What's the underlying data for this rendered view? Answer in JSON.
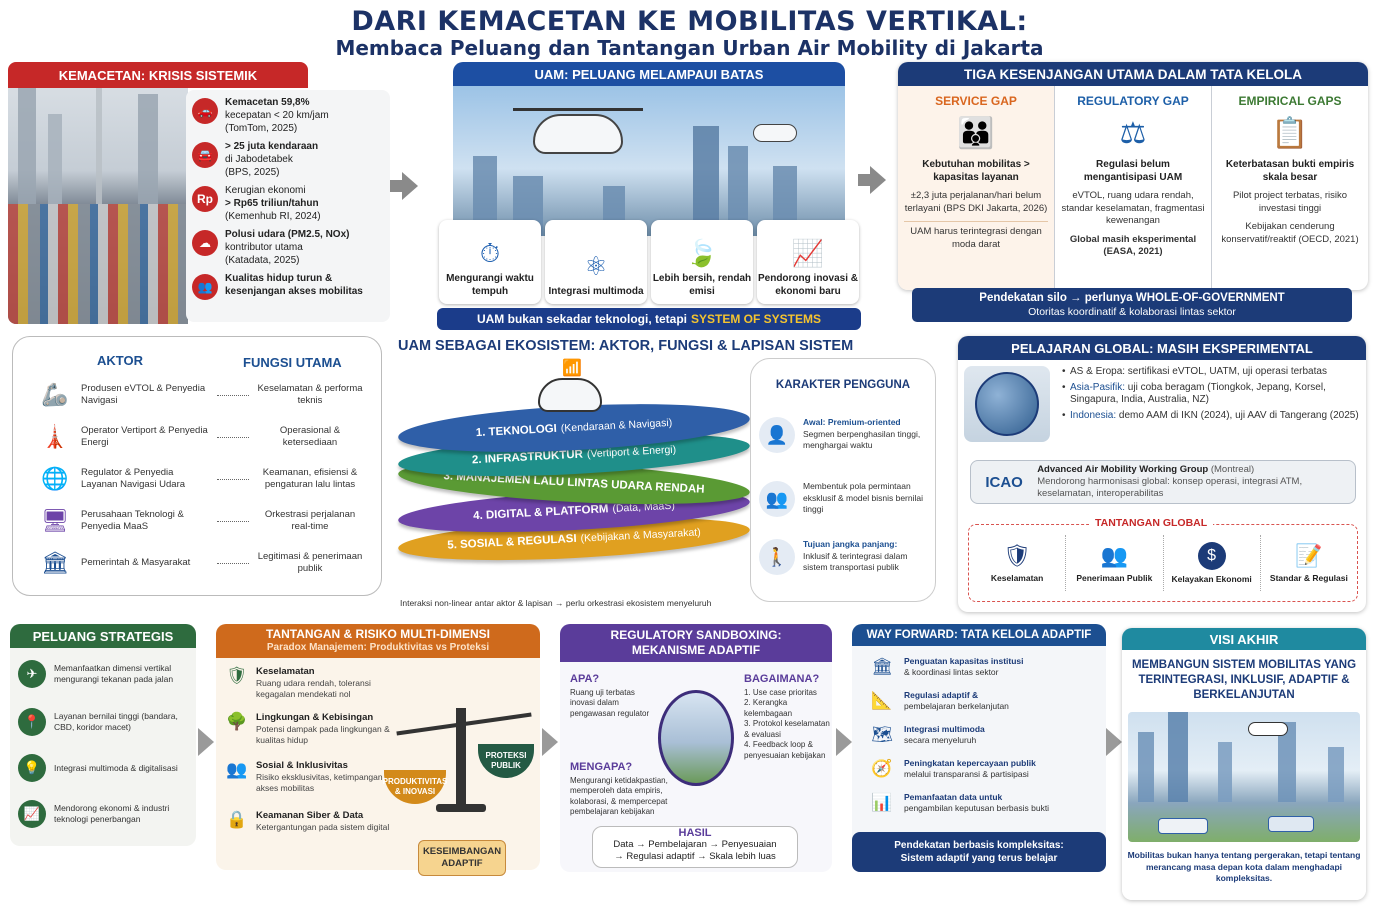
{
  "title": {
    "main": "DARI KEMACETAN KE MOBILITAS VERTIKAL:",
    "sub": "Membaca Peluang dan Tantangan Urban Air Mobility di Jakarta"
  },
  "colors": {
    "navy": "#1c3b78",
    "red": "#c62828",
    "blue": "#1d4fa3",
    "green": "#2e6b3e",
    "orange": "#cf6a1c",
    "purple": "#5a3c9a",
    "teal": "#1f8aa0",
    "gold": "#f4c430"
  },
  "kemacetan": {
    "header": "KEMACETAN: KRISIS SISTEMIK",
    "stats": [
      {
        "icon": "car-crash-icon",
        "glyph": "🚗",
        "l1": "Kemacetan 59,8%",
        "l2": "kecepatan < 20 km/jam",
        "l3": "(TomTom, 2025)"
      },
      {
        "icon": "car-icon",
        "glyph": "🚘",
        "l1": "> 25 juta kendaraan",
        "l2": "di Jabodetabek",
        "l3": "(BPS, 2025)"
      },
      {
        "icon": "rupiah-icon",
        "glyph": "Rp",
        "l1": "Kerugian ekonomi",
        "l2": "> Rp65 triliun/tahun",
        "l3": "(Kemenhub RI, 2024)"
      },
      {
        "icon": "cloud-icon",
        "glyph": "☁",
        "l1": "Polusi udara (PM2.5, NOx)",
        "l2": "kontributor utama",
        "l3": "(Katadata, 2025)"
      },
      {
        "icon": "people-icon",
        "glyph": "👥",
        "l1": "Kualitas hidup turun &",
        "l2": "kesenjangan akses mobilitas",
        "l3": ""
      }
    ]
  },
  "uam": {
    "header": "UAM: PELUANG MELAMPAUI BATAS",
    "features": [
      {
        "icon": "stopwatch-icon",
        "glyph": "⏱",
        "label": "Mengurangi waktu tempuh"
      },
      {
        "icon": "network-icon",
        "glyph": "⚛",
        "label": "Integrasi multimoda"
      },
      {
        "icon": "leaf-icon",
        "glyph": "🍃",
        "label": "Lebih bersih, rendah emisi"
      },
      {
        "icon": "growth-chart-icon",
        "glyph": "📈",
        "label": "Pendorong inovasi & ekonomi baru"
      }
    ],
    "banner_prefix": "UAM bukan sekadar teknologi, tetapi",
    "banner_highlight": "SYSTEM OF SYSTEMS"
  },
  "gaps": {
    "header": "TIGA KESENJANGAN UTAMA DALAM TATA KELOLA",
    "items": [
      {
        "title": "SERVICE GAP",
        "color": "#d9661f",
        "icon": "family-icon",
        "glyph": "👪",
        "bold": "Kebutuhan mobilitas > kapasitas layanan",
        "s1": "±2,3 juta perjalanan/hari belum terlayani (BPS DKI Jakarta, 2026)",
        "s2": "UAM harus terintegrasi dengan moda darat"
      },
      {
        "title": "REGULATORY GAP",
        "color": "#1d5fa8",
        "icon": "scales-icon",
        "glyph": "⚖",
        "bold": "Regulasi belum mengantisipasi UAM",
        "s1": "eVTOL, ruang udara rendah, standar keselamatan, fragmentasi kewenangan",
        "s2": "Global masih eksperimental (EASA, 2021)"
      },
      {
        "title": "EMPIRICAL GAPS",
        "color": "#3d7a34",
        "icon": "clipboard-icon",
        "glyph": "📋",
        "bold": "Keterbatasan bukti empiris skala besar",
        "s1": "Pilot project terbatas, risiko investasi tinggi",
        "s2": "Kebijakan cenderung konservatif/reaktif (OECD, 2021)"
      }
    ],
    "silo_l1": "Pendekatan silo → perlunya WHOLE-OF-GOVERNMENT",
    "silo_l2": "Otoritas koordinatif & kolaborasi lintas sektor"
  },
  "actors": {
    "col1": "AKTOR",
    "col2": "FUNGSI UTAMA",
    "rows": [
      {
        "icon": "robot-arm-icon",
        "glyph": "🦾",
        "actor": "Produsen eVTOL & Penyedia Navigasi",
        "func": "Keselamatan & performa teknis"
      },
      {
        "icon": "vertiport-tower-icon",
        "glyph": "🗼",
        "actor": "Operator Vertiport & Penyedia Energi",
        "func": "Operasional & ketersediaan"
      },
      {
        "icon": "globe-icon",
        "glyph": "🌐",
        "actor": "Regulator & Penyedia Layanan Navigasi Udara",
        "func": "Keamanan, efisiensi & pengaturan lalu lintas"
      },
      {
        "icon": "monitor-icon",
        "glyph": "🖥",
        "actor": "Perusahaan Teknologi & Penyedia MaaS",
        "func": "Orkestrasi perjalanan real-time"
      },
      {
        "icon": "government-building-icon",
        "glyph": "🏛",
        "actor": "Pemerintah & Masyarakat",
        "func": "Legitimasi & penerimaan publik"
      }
    ]
  },
  "ecosystem": {
    "title": "UAM SEBAGAI EKOSISTEM: AKTOR, FUNGSI & LAPISAN SISTEM",
    "layers": [
      {
        "label": "1. TEKNOLOGI",
        "note": "(Kendaraan & Navigasi)",
        "color": "#2f5fa8"
      },
      {
        "label": "2. INFRASTRUKTUR",
        "note": "(Vertiport & Energi)",
        "color": "#1f8f8a"
      },
      {
        "label": "3. MANAJEMEN LALU LINTAS UDARA RENDAH",
        "note": "",
        "color": "#5a9a34"
      },
      {
        "label": "4. DIGITAL & PLATFORM",
        "note": "(Data, MaaS)",
        "color": "#6d44a8"
      },
      {
        "label": "5. SOSIAL & REGULASI",
        "note": "(Kebijakan & Masyarakat)",
        "color": "#e0a020"
      }
    ],
    "footnote": "Interaksi non-linear antar aktor & lapisan → perlu orkestrasi ekosistem menyeluruh"
  },
  "users": {
    "header": "KARAKTER PENGGUNA",
    "items": [
      {
        "icon": "user-icon",
        "glyph": "👤",
        "bold": "Awal: Premium-oriented",
        "text": "Segmen berpenghasilan tinggi, menghargai waktu"
      },
      {
        "icon": "business-group-icon",
        "glyph": "👥",
        "bold": "",
        "text": "Membentuk pola permintaan eksklusif & model bisnis bernilai tinggi"
      },
      {
        "icon": "commuter-icon",
        "glyph": "🚶",
        "bold": "Tujuan jangka panjang:",
        "text": "Inklusif & terintegrasi dalam sistem transportasi publik"
      }
    ]
  },
  "global": {
    "header": "PELAJARAN GLOBAL: MASIH EKSPERIMENTAL",
    "bullets": [
      {
        "hl": "",
        "text": "AS & Eropa: sertifikasi eVTOL, UATM, uji operasi terbatas"
      },
      {
        "hl": "Asia-Pasifik:",
        "text": " uji coba beragam (Tiongkok, Jepang, Korsel, Singapura, India, Australia, NZ)"
      },
      {
        "hl": "Indonesia:",
        "text": " demo AAM di IKN (2024), uji AAV di Tangerang (2025)"
      }
    ],
    "icao_logo": "ICAO",
    "icao_title": "Advanced Air Mobility Working Group",
    "icao_place": "(Montreal)",
    "icao_text": "Mendorong harmonisasi global: konsep operasi, integrasi ATM, keselamatan, interoperabilitas",
    "challenges_header": "TANTANGAN GLOBAL",
    "challenges": [
      {
        "icon": "shield-icon",
        "glyph": "🛡",
        "label": "Keselamatan"
      },
      {
        "icon": "people-group-icon",
        "glyph": "👥",
        "label": "Penerimaan Publik"
      },
      {
        "icon": "dollar-coin-icon",
        "glyph": "$",
        "label": "Kelayakan Ekonomi"
      },
      {
        "icon": "document-pen-icon",
        "glyph": "📝",
        "label": "Standar & Regulasi"
      }
    ]
  },
  "peluang": {
    "header": "PELUANG STRATEGIS",
    "items": [
      {
        "icon": "drone-icon",
        "glyph": "✈",
        "text": "Memanfaatkan dimensi vertikal mengurangi tekanan pada jalan"
      },
      {
        "icon": "location-pin-icon",
        "glyph": "📍",
        "text": "Layanan bernilai tinggi (bandara, CBD, koridor macet)"
      },
      {
        "icon": "integration-bulb-icon",
        "glyph": "💡",
        "text": "Integrasi multimoda & digitalisasi"
      },
      {
        "icon": "growth-icon",
        "glyph": "📈",
        "text": "Mendorong ekonomi & industri teknologi penerbangan"
      }
    ]
  },
  "tantangan": {
    "header": "TANTANGAN & RISIKO MULTI-DIMENSI",
    "subheader": "Paradox Manajemen: Produktivitas vs Proteksi",
    "items": [
      {
        "icon": "shield-check-icon",
        "glyph": "🛡",
        "color": "#2e6b3e",
        "title": "Keselamatan",
        "text": "Ruang udara rendah, toleransi kegagalan mendekati nol"
      },
      {
        "icon": "tree-sound-icon",
        "glyph": "🌳",
        "color": "#4b8a2a",
        "title": "Lingkungan & Kebisingan",
        "text": "Potensi dampak pada lingkungan & kualitas hidup"
      },
      {
        "icon": "people-icon",
        "glyph": "👥",
        "color": "#e07b22",
        "title": "Sosial & Inklusivitas",
        "text": "Risiko eksklusivitas, ketimpangan akses mobilitas"
      },
      {
        "icon": "padlock-icon",
        "glyph": "🔒",
        "color": "#d9822b",
        "title": "Keamanan Siber & Data",
        "text": "Ketergantungan pada sistem digital"
      }
    ],
    "pan_left": "PRODUKTIVITAS & INOVASI",
    "pan_right": "PROTEKSI PUBLIK",
    "balance": "KESEIMBANGAN ADAPTIF"
  },
  "sandbox": {
    "header_l1": "REGULATORY SANDBOXING:",
    "header_l2": "MEKANISME ADAPTIF",
    "apa_title": "APA?",
    "apa_text": "Ruang uji terbatas inovasi dalam pengawasan regulator",
    "mengapa_title": "MENGAPA?",
    "mengapa_text": "Mengurangi ketidakpastian, memperoleh data empiris, kolaborasi, & mempercepat pembelajaran kebijakan",
    "bagaimana_title": "BAGAIMANA?",
    "bagaimana_items": [
      "1. Use case prioritas",
      "2. Kerangka kelembagaan",
      "3. Protokol keselamatan & evaluasi",
      "4. Feedback loop & penyesuaian kebijakan"
    ],
    "hasil_title": "HASIL",
    "hasil_l1": "Data → Pembelajaran → Penyesuaian",
    "hasil_l2": "→ Regulasi adaptif → Skala lebih luas"
  },
  "wayforward": {
    "header": "WAY FORWARD: TATA KELOLA ADAPTIF",
    "items": [
      {
        "icon": "institution-icon",
        "glyph": "🏛",
        "bold": "Penguatan kapasitas institusi",
        "text": "& koordinasi lintas sektor"
      },
      {
        "icon": "adaptive-regulation-icon",
        "glyph": "📐",
        "bold": "Regulasi adaptif &",
        "text": "pembelajaran berkelanjutan"
      },
      {
        "icon": "multimodal-board-icon",
        "glyph": "🗺",
        "bold": "Integrasi multimoda",
        "text": "secara menyeluruh"
      },
      {
        "icon": "compass-icon",
        "glyph": "🧭",
        "bold": "Peningkatan kepercayaan publik",
        "text": "melalui transparansi & partisipasi"
      },
      {
        "icon": "data-chart-icon",
        "glyph": "📊",
        "bold": "Pemanfaatan data untuk",
        "text": "pengambilan keputusan berbasis bukti"
      }
    ],
    "footer_l1": "Pendekatan berbasis kompleksitas:",
    "footer_l2": "Sistem adaptif yang terus belajar"
  },
  "visi": {
    "header": "VISI AKHIR",
    "title": "MEMBANGUN SISTEM MOBILITAS YANG TERINTEGRASI, INKLUSIF, ADAPTIF & BERKELANJUTAN",
    "footer": "Mobilitas bukan hanya tentang pergerakan, tetapi tentang merancang masa depan kota dalam menghadapi kompleksitas."
  }
}
